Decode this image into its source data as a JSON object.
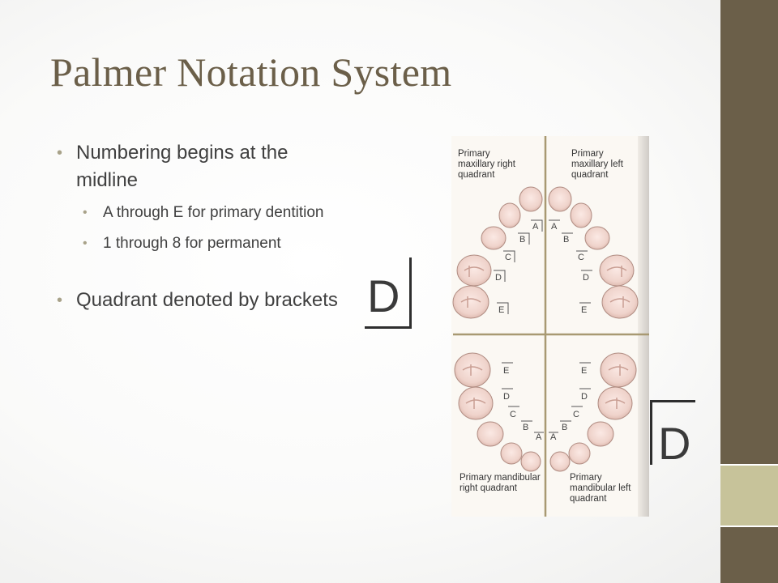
{
  "slide": {
    "title": "Palmer Notation System",
    "bullets": {
      "b1": "Numbering begins at the midline",
      "b1_sub1": "A through E for primary dentition",
      "b1_sub2": "1 through 8 for permanent",
      "b2": "Quadrant denoted by brackets"
    },
    "palmer_upper_left": "D",
    "palmer_lower_right": "D"
  },
  "diagram": {
    "quadrant_labels": {
      "upper_right": "Primary maxillary right quadrant",
      "upper_left": "Primary maxillary left quadrant",
      "lower_right": "Primary mandibular right quadrant",
      "lower_left": "Primary mandibular left quadrant"
    },
    "tooth_letters": [
      "A",
      "B",
      "C",
      "D",
      "E"
    ]
  },
  "colors": {
    "title": "#6b5f49",
    "side_bar": "#6b5f49",
    "side_bar_accent": "#c7c39a",
    "bullet_dot": "#a8a289",
    "text": "#404040"
  }
}
